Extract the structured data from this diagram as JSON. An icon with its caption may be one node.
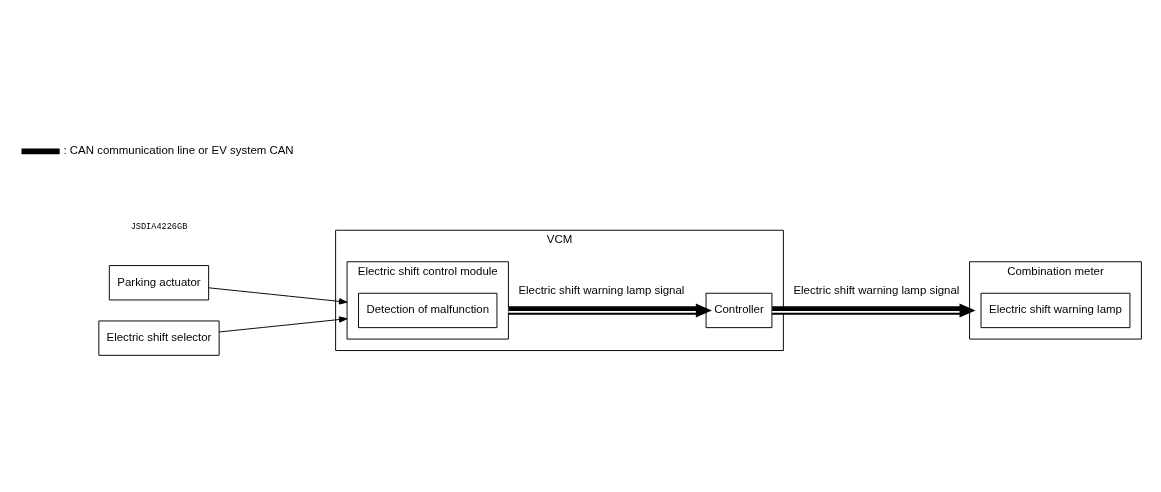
{
  "diagram": {
    "nodes": [
      {
        "text": [
          "Parking actuator"
        ]
      },
      {
        "text": [
          "Electric shift selector"
        ]
      },
      {
        "text": [
          "VCM"
        ]
      },
      {
        "text": [
          "Electric shift control module"
        ],
        "in": 2
      },
      {
        "text": [
          "Detection of malfunction"
        ],
        "in": 3
      },
      {
        "text": [
          "Controller"
        ],
        "in": 2
      },
      {
        "text": [
          "Combination meter"
        ]
      },
      {
        "text": [
          "Electric shift warning lamp"
        ],
        "in": 6
      }
    ],
    "edges": [
      {
        "from": 0,
        "to": 3,
        "arrow": "to"
      },
      {
        "from": 1,
        "to": 3,
        "arrow": "to"
      },
      {
        "from": 3,
        "to": 5,
        "arrow": "to",
        "label": "Electric shift warning lamp signal",
        "style": "thick"
      },
      {
        "from": 5,
        "to": 6,
        "arrow": "to",
        "label": "Electric shift warning lamp signal",
        "style": "thick"
      }
    ],
    "labels": [
      "JSDIA4226GB"
    ],
    "legend": [
      {
        "text": ": CAN communication line or EV system CAN"
      }
    ]
  }
}
